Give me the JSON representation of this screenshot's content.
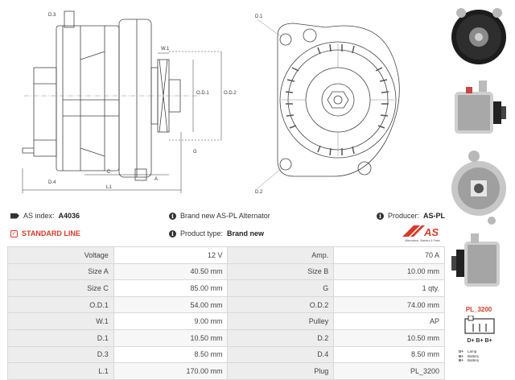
{
  "header": {
    "as_index_label": "AS index:",
    "as_index_value": "A4036",
    "description": "Brand new AS-PL Alternator",
    "producer_label": "Producer:",
    "producer_value": "AS-PL",
    "standard_line": "STANDARD LINE",
    "product_type_label": "Product type:",
    "product_type_value": "Brand new"
  },
  "logo": {
    "text": "AS",
    "tagline": "Alternators, Starters & Parts"
  },
  "drawing_labels": {
    "d3": "D.3",
    "d4": "D.4",
    "w1": "W.1",
    "od1": "O.D.1",
    "od2": "O.D.2",
    "g": "G",
    "c": "C",
    "a": "A",
    "l1": "L1",
    "d1": "D.1",
    "d2": "D.2"
  },
  "specs": [
    [
      "Voltage",
      "12 V",
      "Amp.",
      "70 A"
    ],
    [
      "Size A",
      "40.50 mm",
      "Size B",
      "10.00 mm"
    ],
    [
      "Size C",
      "85.00 mm",
      "G",
      "1 qty."
    ],
    [
      "O.D.1",
      "54.00 mm",
      "O.D.2",
      "74.00 mm"
    ],
    [
      "W.1",
      "9.00 mm",
      "Pulley",
      "AP"
    ],
    [
      "D.1",
      "10.50 mm",
      "D.2",
      "10.50 mm"
    ],
    [
      "D.3",
      "8.50 mm",
      "D.4",
      "8.50 mm"
    ],
    [
      "L.1",
      "170.00 mm",
      "Plug",
      "PL_3200"
    ]
  ],
  "plug": {
    "name": "PL_3200",
    "terminals": "D+ B+ B+",
    "legend": [
      [
        "D+",
        "Lamp"
      ],
      [
        "B+",
        "Battery"
      ],
      [
        "B+",
        "Battery"
      ]
    ]
  },
  "colors": {
    "accent": "#d63b2a",
    "text": "#333333",
    "label_bg": "#ededed"
  }
}
